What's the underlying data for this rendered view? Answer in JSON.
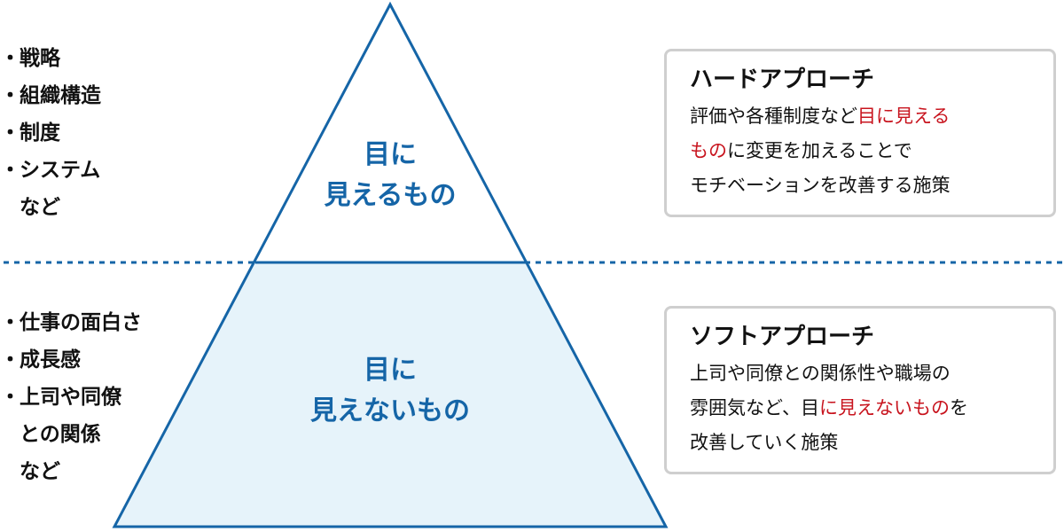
{
  "pyramid": {
    "top_label": [
      "目に",
      "見えるもの"
    ],
    "bottom_label": [
      "目に",
      "見えないもの"
    ]
  },
  "left_top_list": {
    "items": [
      "戦略",
      "組織構造",
      "制度",
      "システム"
    ],
    "trailing": "など"
  },
  "left_bottom_list": {
    "items": [
      "仕事の面白さ",
      "成長感",
      "上司や同僚"
    ],
    "continuation": "との関係",
    "trailing": "など"
  },
  "bullet": "・",
  "hard_card": {
    "title": "ハードアプローチ",
    "line1_plain": "評価や各種制度など",
    "line1_highlight": "目に見える",
    "line2_highlight": "もの",
    "line2_plain": "に変更を加えることで",
    "line3": "モチベーションを改善する施策"
  },
  "soft_card": {
    "title": "ソフトアプローチ",
    "line1": "上司や同僚との関係性や職場の",
    "line2_plain": "雰囲気など、目",
    "line2_highlight": "に見えないもの",
    "line2_tail": "を",
    "line3": "改善していく施策"
  },
  "colors": {
    "pyramid_stroke": "#1565a7",
    "pyramid_bottom_fill": "#e6f3fa",
    "divider": "#1565a7",
    "label": "#1565a7",
    "highlight": "#c8141e",
    "card_border": "#cfcfcf"
  }
}
